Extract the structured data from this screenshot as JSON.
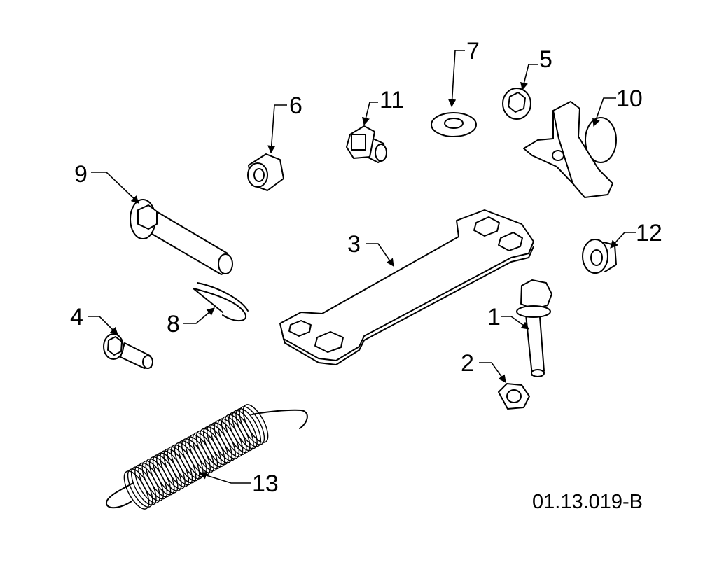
{
  "drawing_code": "01.13.019-B",
  "callouts": {
    "c1": "1",
    "c2": "2",
    "c3": "3",
    "c4": "4",
    "c5": "5",
    "c6": "6",
    "c7": "7",
    "c8": "8",
    "c9": "9",
    "c10": "10",
    "c11": "11",
    "c12": "12",
    "c13": "13"
  }
}
